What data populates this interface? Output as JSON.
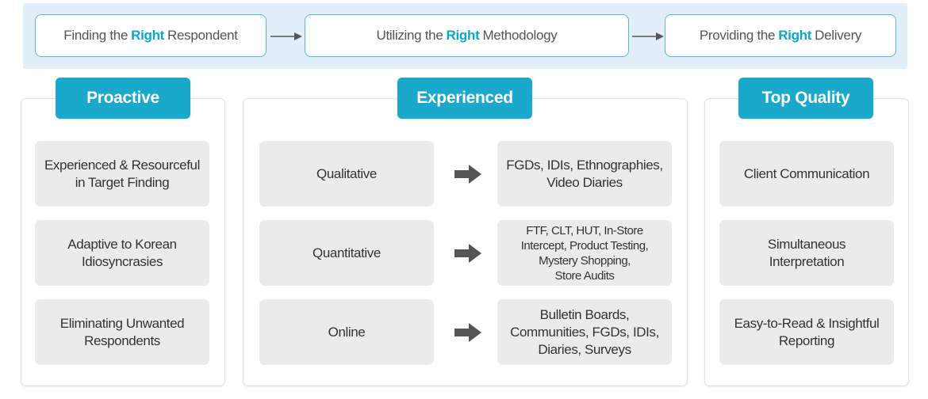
{
  "flow": {
    "steps": [
      {
        "before": "Finding the",
        "highlight": "Right",
        "after": "Respondent"
      },
      {
        "before": "Utilizing the",
        "highlight": "Right",
        "after": "Methodology"
      },
      {
        "before": "Providing the",
        "highlight": "Right",
        "after": "Delivery"
      }
    ]
  },
  "columns": {
    "proactive": {
      "title": "Proactive",
      "items": [
        "Experienced & Resourceful\nin Target Finding",
        "Adaptive to Korean\nIdiosyncrasies",
        "Eliminating Unwanted\nRespondents"
      ]
    },
    "experienced": {
      "title": "Experienced",
      "rows": [
        {
          "method": "Qualitative",
          "detail": "FGDs, IDIs, Ethnographies,\nVideo Diaries"
        },
        {
          "method": "Quantitative",
          "detail": "FTF, CLT, HUT, In-Store\nIntercept, Product Testing,\nMystery Shopping,\nStore Audits"
        },
        {
          "method": "Online",
          "detail": "Bulletin Boards,\nCommunities, FGDs, IDIs,\nDiaries, Surveys"
        }
      ]
    },
    "quality": {
      "title": "Top Quality",
      "items": [
        "Client Communication",
        "Simultaneous\nInterpretation",
        "Easy-to-Read & Insightful\nReporting"
      ]
    }
  },
  "colors": {
    "accent": "#1aa8cb",
    "highlight_text": "#0aa7cf",
    "band": "#e2effb",
    "card": "#ebebeb",
    "arrow": "#555555"
  }
}
